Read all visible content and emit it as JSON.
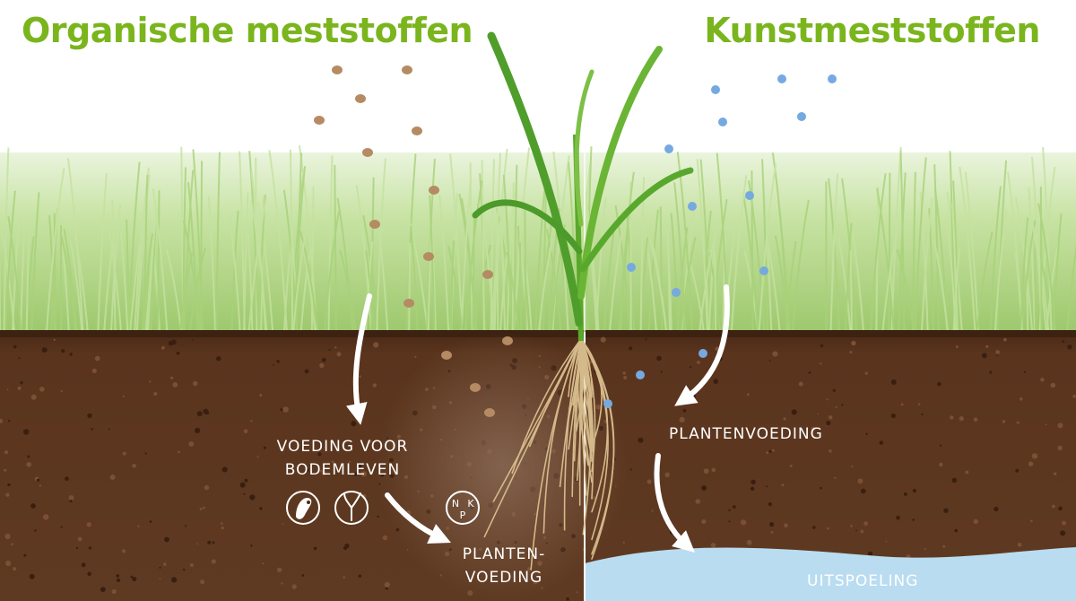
{
  "left_panel": {
    "title": "Organische meststoffen",
    "feeding_soil_life": [
      "VOEDING VOOR",
      "BODEMLEVEN"
    ],
    "plant_nutrition": [
      "PLANTEN-",
      "VOEDING"
    ],
    "nutrient_badge": {
      "n": "N",
      "k": "K",
      "p": "P"
    }
  },
  "right_panel": {
    "title": "Kunstmeststoffen",
    "plant_nutrition": "PLANTENVOEDING",
    "leaching": "UITSPOELING"
  },
  "colors": {
    "title_green": "#7ab51d",
    "soil_dark": "#4a2a17",
    "soil": "#5b3620",
    "grass_light": "#b8d98e",
    "granule_organic": "#b58b63",
    "granule_synthetic": "#76a9e0",
    "groundwater": "#b9dcf0"
  },
  "icons": [
    "bacteria-icon",
    "fungus-icon",
    "npk-icon",
    "curved-arrow-icon"
  ]
}
